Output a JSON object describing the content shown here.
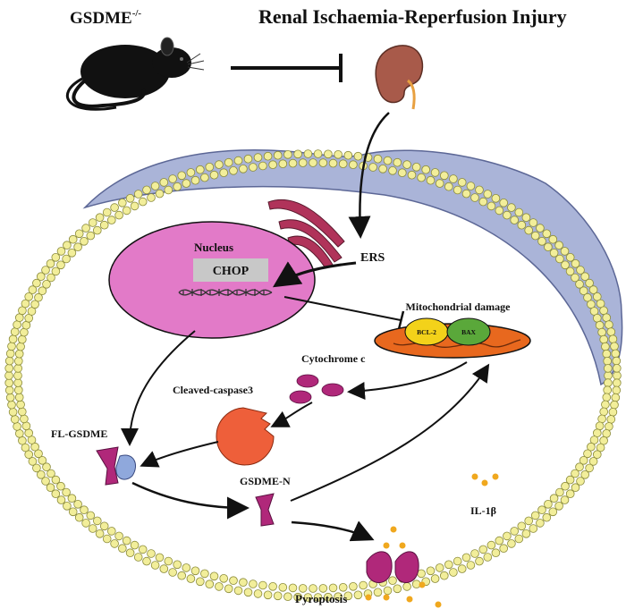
{
  "header": {
    "mouse_label": "GSDME",
    "mouse_label_sup": "-/-",
    "title": "Renal Ischaemia-Reperfusion Injury"
  },
  "labels": {
    "nucleus": "Nucleus",
    "chop": "CHOP",
    "ers": "ERS",
    "mito_damage": "Mitochondrial damage",
    "bcl2": "BCL-2",
    "bax": "BAX",
    "cytochrome_c": "Cytochrome c",
    "cleaved_caspase3": "Cleaved-caspase3",
    "fl_gsdme": "FL-GSDME",
    "gsdme_n": "GSDME-N",
    "il1b": "IL-1β",
    "pyroptosis": "Pyroptosis"
  },
  "colors": {
    "membrane_bead": "#f2ee9a",
    "membrane_stroke": "#8a8a3a",
    "nucleus": "#e27ac8",
    "chop_box": "#c8c8c8",
    "er": "#b0335a",
    "mitochondrion": "#e8681e",
    "bcl2": "#f3d21a",
    "bax": "#5aa83a",
    "cytochrome": "#b0287a",
    "caspase": "#ee5f3a",
    "gsdme": "#b0287a",
    "gsdme_partner": "#8fa8dc",
    "il1b": "#f0a81e",
    "cell_top": "#aab4d8",
    "kidney": "#a85a4a"
  },
  "icons": [
    "mouse-icon",
    "kidney-icon",
    "er-icon",
    "dna-icon",
    "mitochondrion-icon",
    "caspase-icon",
    "gsdme-icon",
    "pore-icon"
  ]
}
